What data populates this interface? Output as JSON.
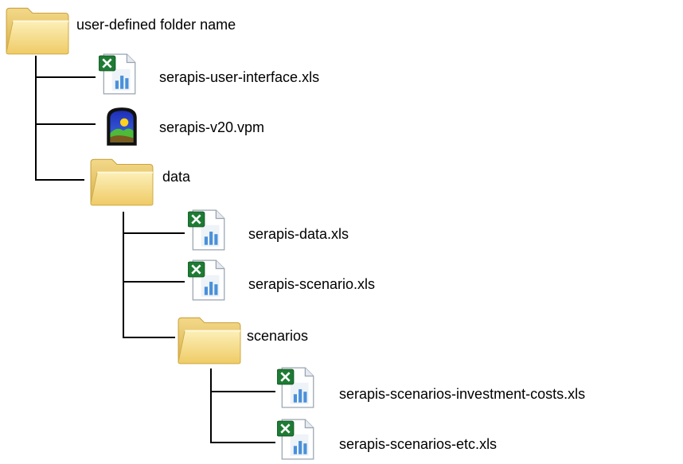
{
  "tree": {
    "root": {
      "label": "user-defined folder name",
      "icon": "folder-icon"
    },
    "level1": [
      {
        "label": "serapis-user-interface.xls",
        "icon": "excel-file-icon"
      },
      {
        "label": "serapis-v20.vpm",
        "icon": "vpm-app-icon"
      },
      {
        "label": "data",
        "icon": "folder-icon"
      }
    ],
    "level2": [
      {
        "label": "serapis-data.xls",
        "icon": "excel-file-icon"
      },
      {
        "label": "serapis-scenario.xls",
        "icon": "excel-file-icon"
      },
      {
        "label": "scenarios",
        "icon": "folder-icon"
      }
    ],
    "level3": [
      {
        "label": "serapis-scenarios-investment-costs.xls",
        "icon": "excel-file-icon"
      },
      {
        "label": "serapis-scenarios-etc.xls",
        "icon": "excel-file-icon"
      }
    ]
  },
  "colors": {
    "folder_front": "#F5DA80",
    "folder_back": "#E9C35F",
    "excel_green": "#1E7B34",
    "chart_blue": "#4A90D9"
  }
}
